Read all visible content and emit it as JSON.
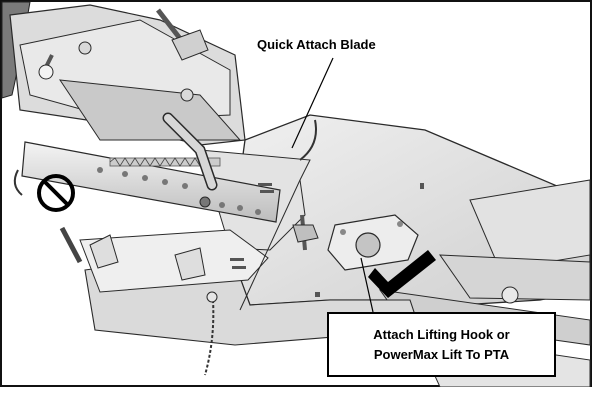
{
  "callouts": {
    "top_label": "Quick Attach Blade",
    "box_line1": "Attach Lifting Hook or",
    "box_line2": "PowerMax Lift To PTA"
  },
  "symbols": {
    "prohibited": "prohibition-circle-icon",
    "approved": "checkmark-icon"
  },
  "colors": {
    "metal_light": "#e6e6e6",
    "metal_mid": "#cfcfcf",
    "metal_dark": "#9a9a9a",
    "outline": "#2a2a2a",
    "ink": "#000000"
  }
}
